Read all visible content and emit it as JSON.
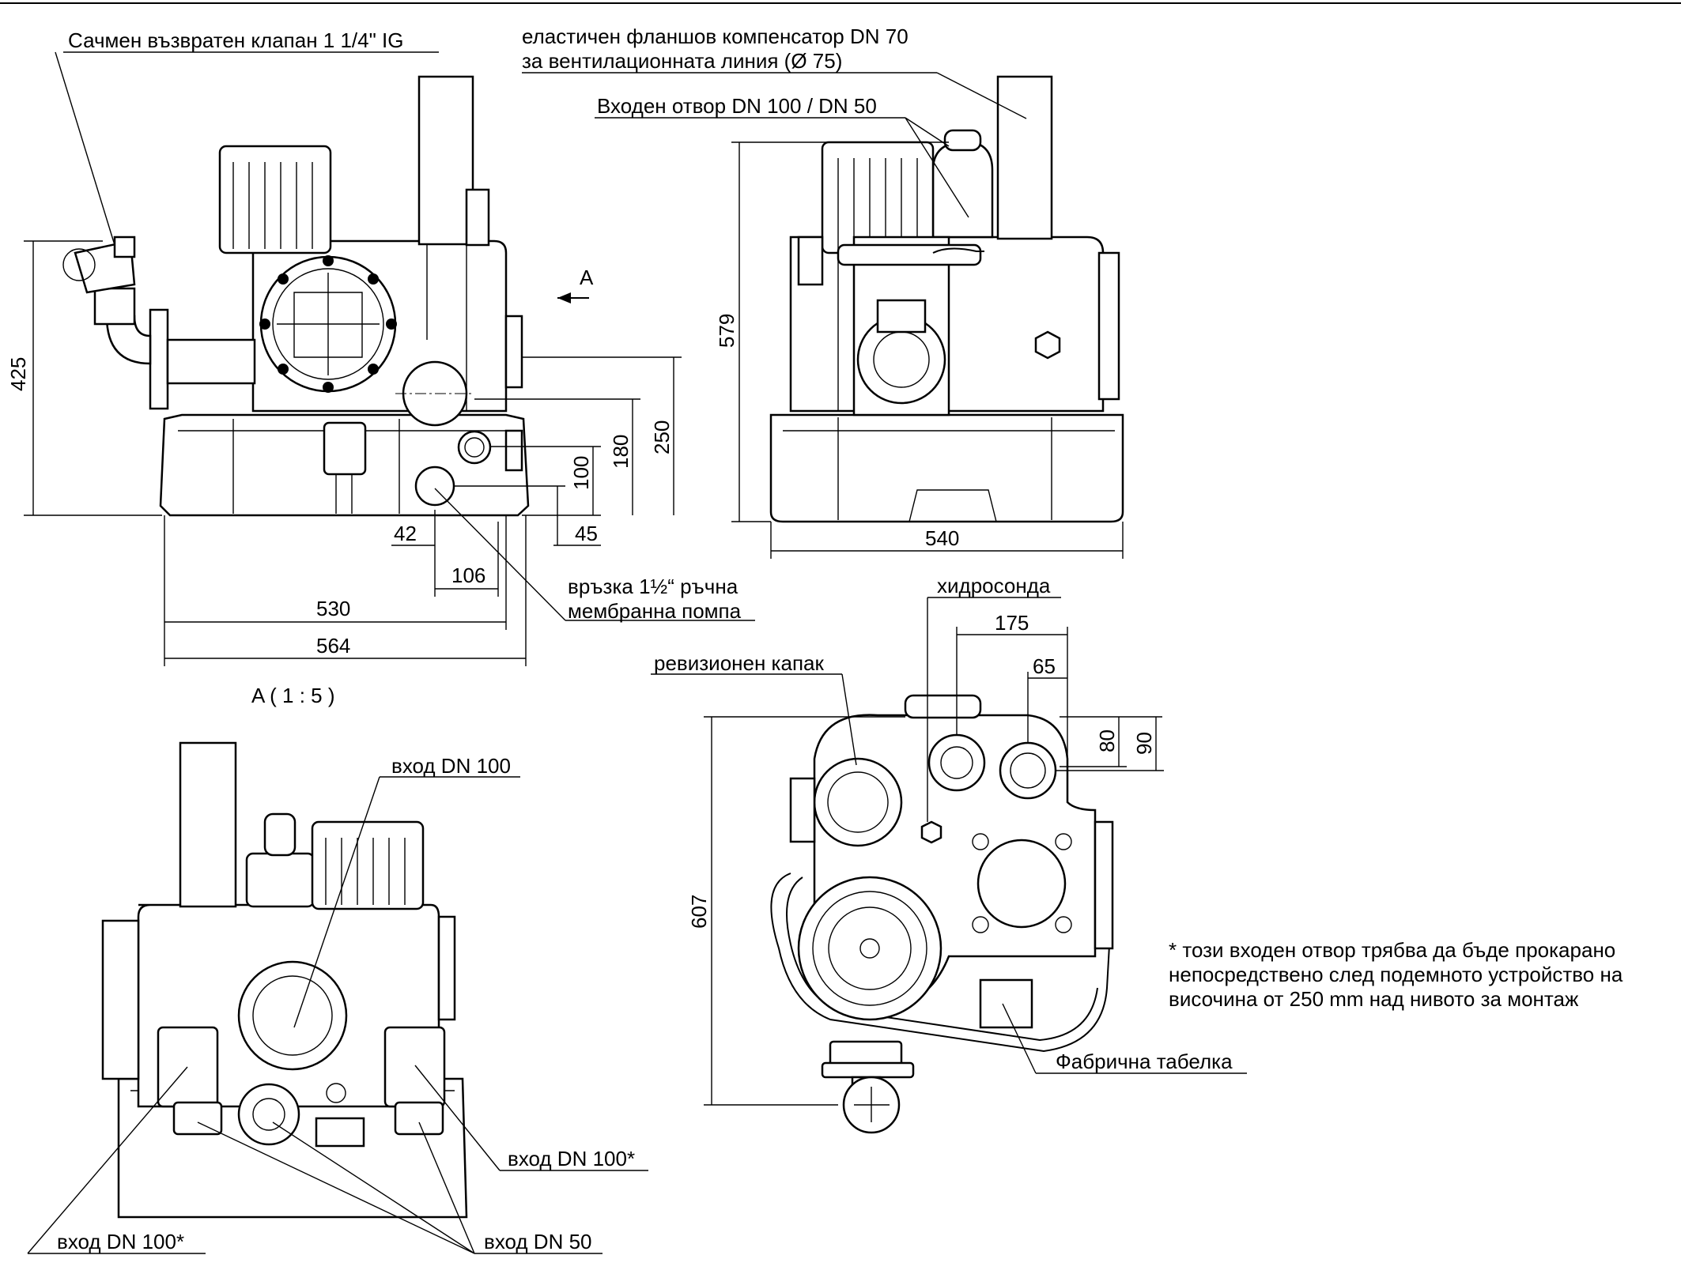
{
  "labels": {
    "check_valve": "Сачмен възвратен клапан 1 1/4\" IG",
    "flange_comp_line1": "еластичен фланшов компенсатор DN 70",
    "flange_comp_line2": "за вентилационната линия (Ø 75)",
    "inlet_dn100_50": "Входен отвор DN 100 / DN 50",
    "view_arrow": "A",
    "view_a_title": "A ( 1 : 5 )",
    "hand_pump_line1": "връзка 1½“ ръчна",
    "hand_pump_line2": "мембранна помпа",
    "hydroprobe": "хидросонда",
    "revision_cover": "ревизионен капак",
    "inlet_dn100_top": "вход DN 100",
    "inlet_dn100_star_right": "вход DN 100*",
    "inlet_dn100_star_left": "вход DN 100*",
    "inlet_dn50": "вход DN 50",
    "nameplate": "Фабрична табелка"
  },
  "note": {
    "line1": "* този входен отвор трябва да бъде прокарано",
    "line2": "непосредствено след подемното устройство на",
    "line3": "височина от 250 mm над нивото за монтаж"
  },
  "dimensions": {
    "front_height": "425",
    "d250": "250",
    "d180": "180",
    "d100": "100",
    "d45": "45",
    "d42": "42",
    "d106": "106",
    "d530": "530",
    "d564": "564",
    "side_height": "579",
    "side_width": "540",
    "top_height": "607",
    "d175": "175",
    "d65": "65",
    "d80": "80",
    "d90": "90"
  }
}
